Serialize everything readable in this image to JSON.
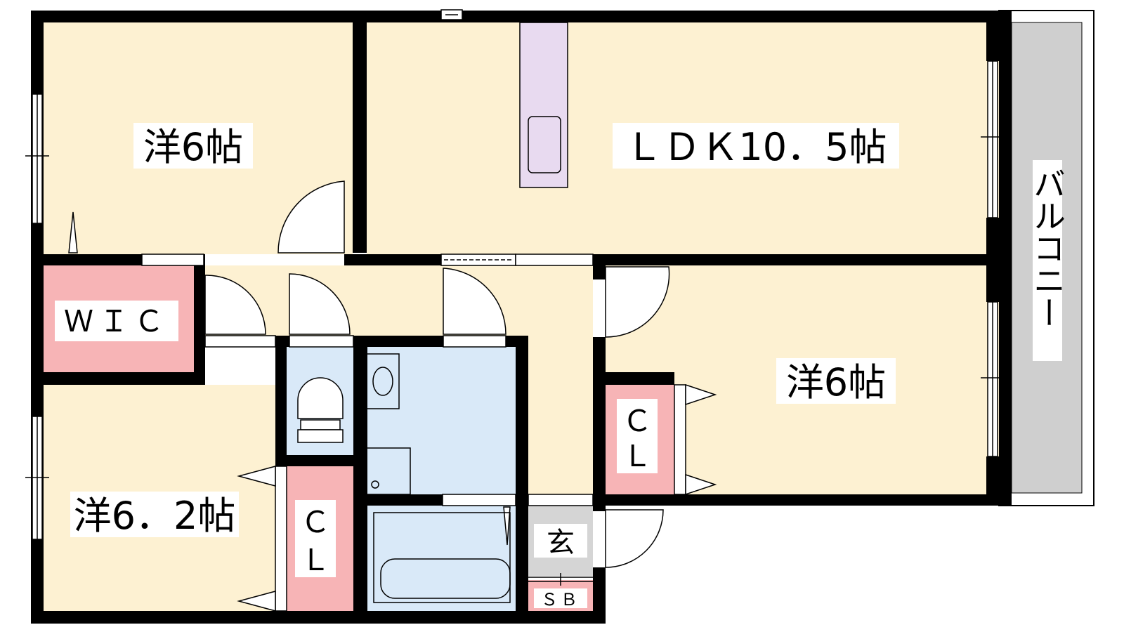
{
  "colors": {
    "room": "#fdf1d2",
    "storage": "#f7b4b6",
    "wet": "#d9e9f8",
    "entrance": "#d5d5d5",
    "balcony": "#cfcfcf",
    "kitchen": "#e8daf0",
    "wall": "#000000"
  },
  "rooms": {
    "western_top_left": "洋6帖",
    "ldk": "ＬＤＫ10．5帖",
    "western_right": "洋6帖",
    "western_bottom_left": "洋6．2帖",
    "wic": "ＷＩＣ",
    "cl_right_1": "Ｃ",
    "cl_right_2": "Ｌ",
    "cl_bottom_1": "Ｃ",
    "cl_bottom_2": "Ｌ",
    "entrance": "玄",
    "shoebox": "ＳＢ",
    "balcony": "バルコニー"
  }
}
